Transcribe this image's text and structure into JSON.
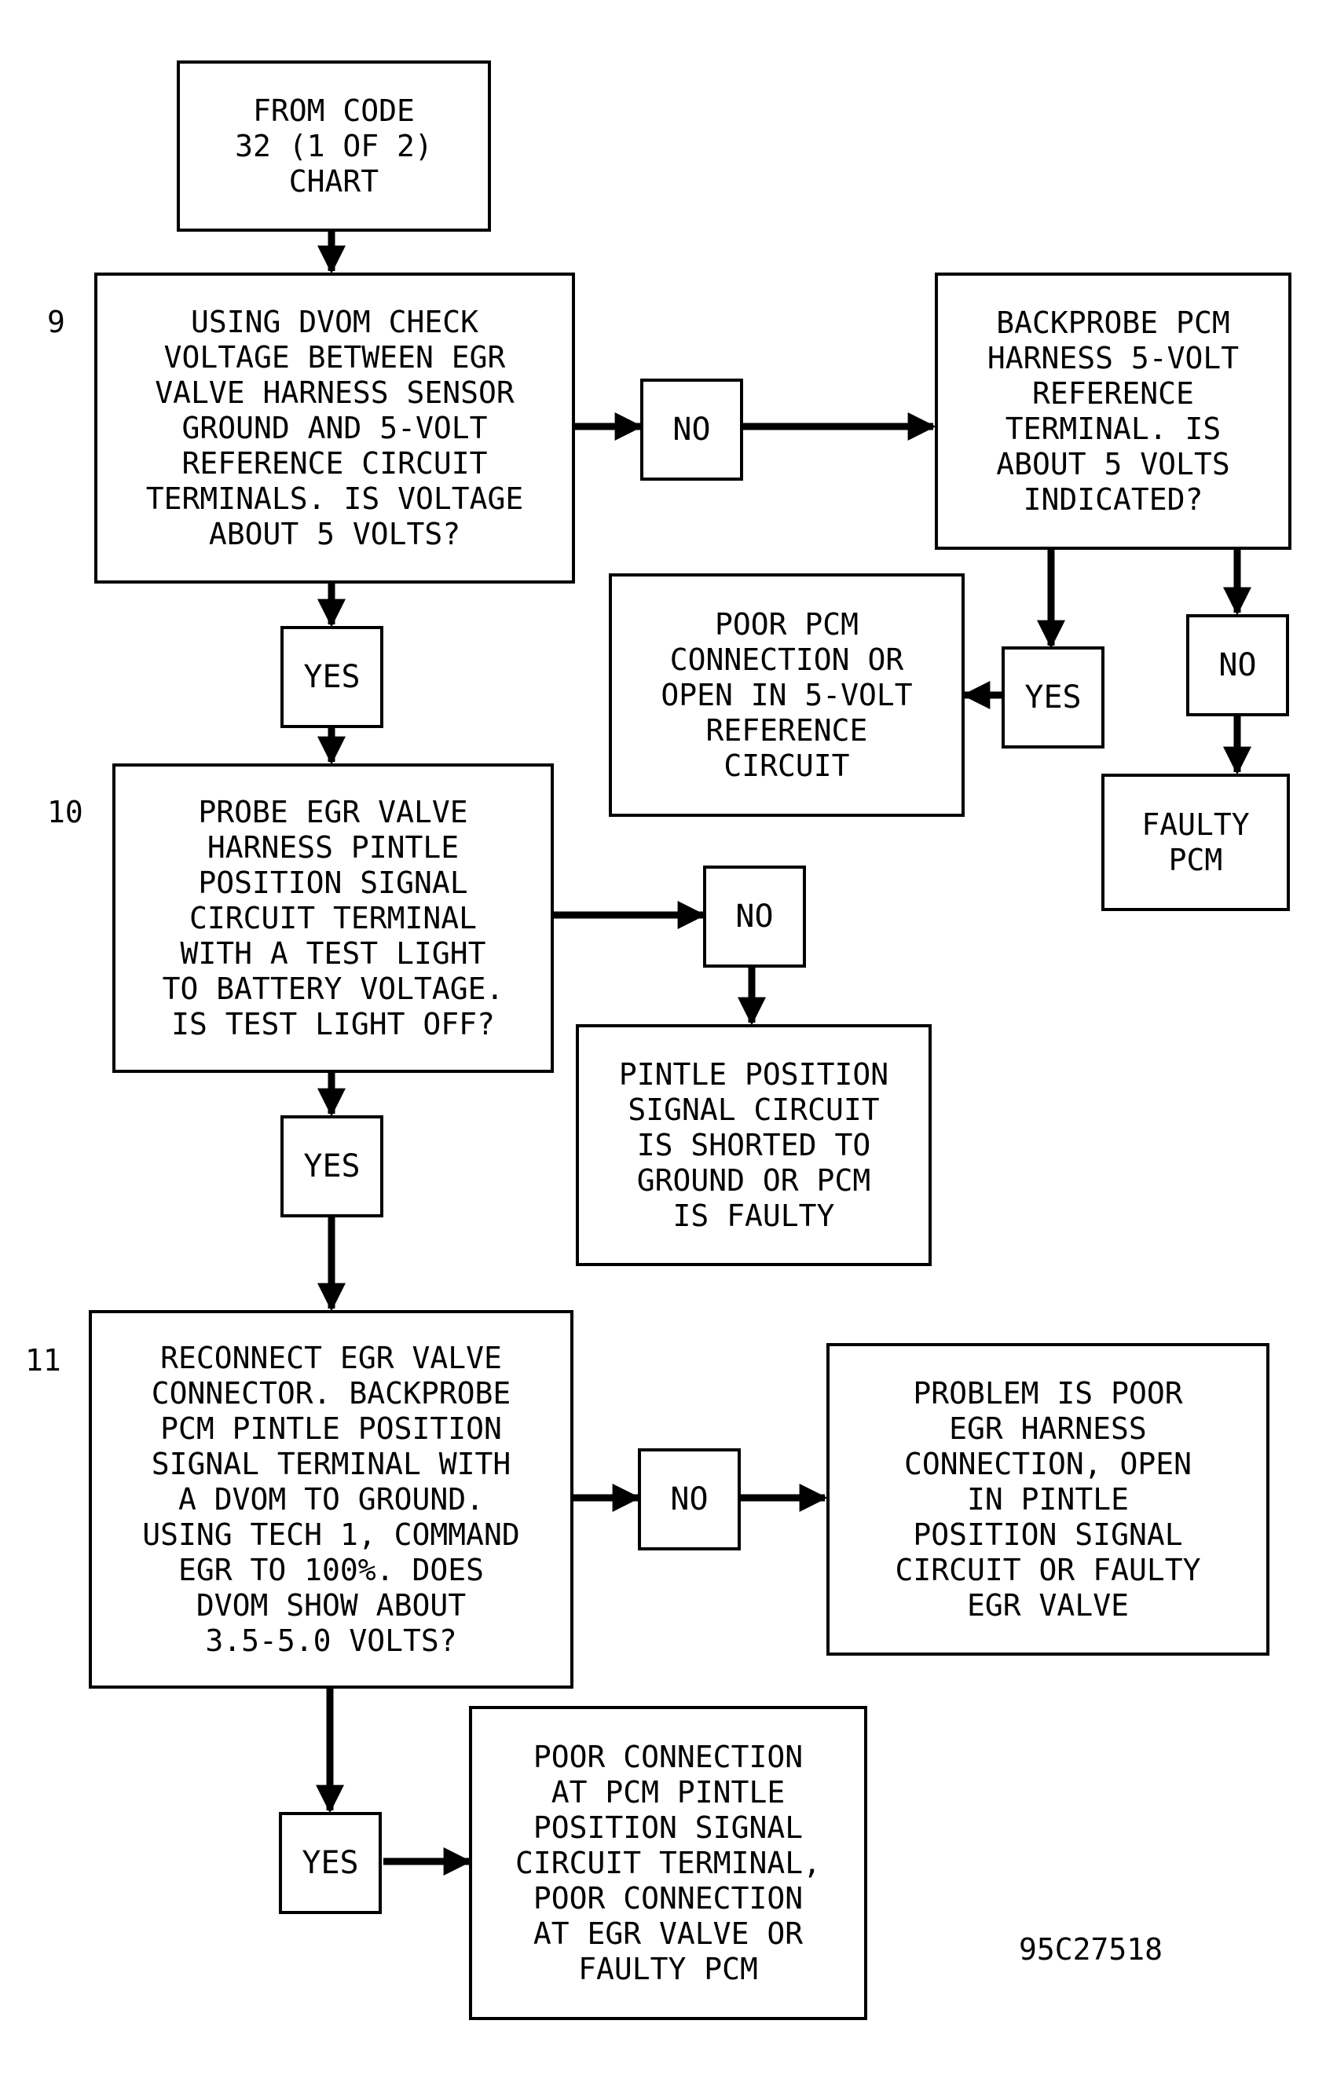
{
  "steps": {
    "step9": "9",
    "step10": "10",
    "step11": "11"
  },
  "boxes": {
    "from_code": "FROM CODE\n32 (1 OF 2)\nCHART",
    "step9_question": "USING DVOM CHECK\nVOLTAGE BETWEEN EGR\nVALVE HARNESS SENSOR\nGROUND AND 5-VOLT\nREFERENCE CIRCUIT\nTERMINALS. IS VOLTAGE\nABOUT 5 VOLTS?",
    "step9_no": "NO",
    "backprobe_pcm": "BACKPROBE PCM\nHARNESS 5-VOLT\nREFERENCE\nTERMINAL. IS\nABOUT 5 VOLTS\nINDICATED?",
    "backprobe_yes": "YES",
    "backprobe_no": "NO",
    "poor_pcm_connection": "POOR PCM\nCONNECTION OR\nOPEN IN 5-VOLT\nREFERENCE\nCIRCUIT",
    "faulty_pcm": "FAULTY\nPCM",
    "step9_yes": "YES",
    "step10_question": "PROBE EGR VALVE\nHARNESS PINTLE\nPOSITION SIGNAL\nCIRCUIT TERMINAL\nWITH A TEST LIGHT\nTO BATTERY VOLTAGE.\nIS TEST LIGHT OFF?",
    "step10_no": "NO",
    "pintle_shorted": "PINTLE POSITION\nSIGNAL CIRCUIT\nIS SHORTED TO\nGROUND OR PCM\nIS FAULTY",
    "step10_yes": "YES",
    "step11_question": "RECONNECT EGR VALVE\nCONNECTOR. BACKPROBE\nPCM PINTLE POSITION\nSIGNAL TERMINAL WITH\nA DVOM TO GROUND.\nUSING TECH 1, COMMAND\nEGR TO 100%. DOES\nDVOM SHOW ABOUT\n3.5-5.0 VOLTS?",
    "step11_no": "NO",
    "problem_poor_egr": "PROBLEM IS POOR\nEGR HARNESS\nCONNECTION, OPEN\nIN PINTLE\nPOSITION SIGNAL\nCIRCUIT OR FAULTY\nEGR VALVE",
    "step11_yes": "YES",
    "poor_connection_pintle": "POOR CONNECTION\nAT PCM PINTLE\nPOSITION SIGNAL\nCIRCUIT TERMINAL,\nPOOR CONNECTION\nAT EGR VALVE OR\nFAULTY PCM"
  },
  "figure_id": "95C27518"
}
